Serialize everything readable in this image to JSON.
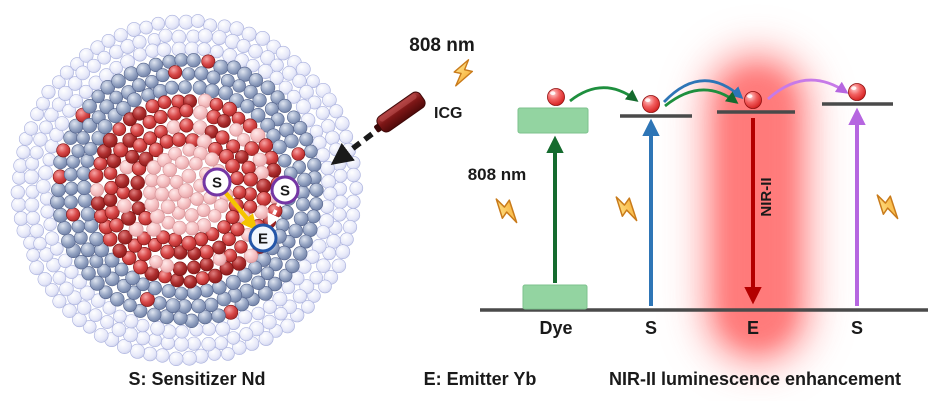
{
  "laser": {
    "wavelength_label": "808 nm",
    "name": "ICG"
  },
  "particle": {
    "sensitizer_label": "S",
    "emitter_label": "E"
  },
  "diagram": {
    "excitation_label": "808 nm",
    "emission_label": "NIR-II",
    "level_labels": [
      "Dye",
      "S",
      "E",
      "S"
    ]
  },
  "legend": {
    "sensitizer": "S: Sensitizer Nd",
    "emitter": "E: Emitter Yb",
    "enhancement": "NIR-II luminescence enhancement"
  },
  "colors": {
    "excitation_arrow": "#156b2e",
    "sensitizer_arrow": "#2e75b6",
    "emission_arrow": "#b30000",
    "enhanced_sensitizer_arrow": "#b666e0",
    "dye_state_fill": "#93d4a1",
    "glow": "#ff4d4d",
    "bolt": "#f7a01d",
    "transfer_yellow_arrow": "#f5c400"
  }
}
